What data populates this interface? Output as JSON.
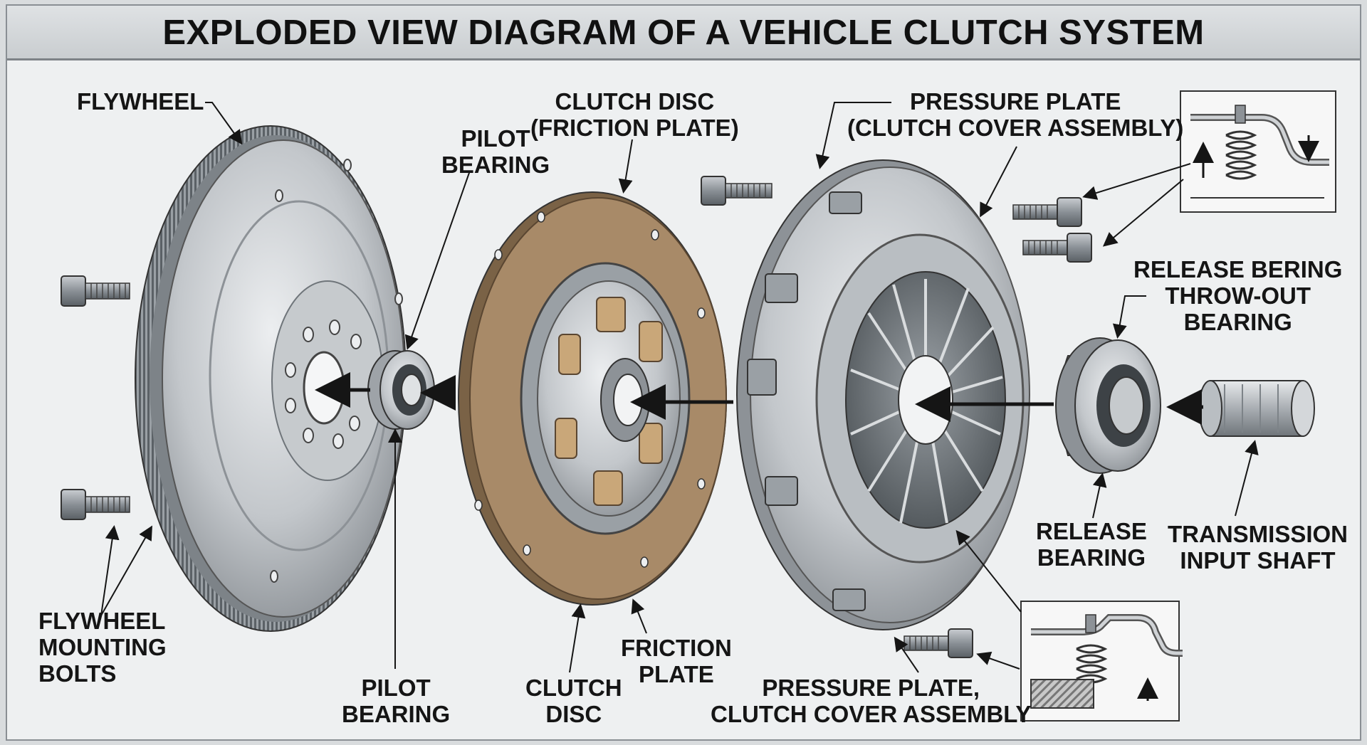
{
  "title": "EXPLODED VIEW DIAGRAM OF A VEHICLE CLUTCH SYSTEM",
  "labels": {
    "flywheel": "FLYWHEEL",
    "pilot_bearing_top": "PILOT\nBEARING",
    "clutch_disc_top": "CLUTCH DISC\n(FRICTION PLATE)",
    "pressure_plate_top": "PRESSURE PLATE\n(CLUTCH COVER ASSEMBLY)",
    "release_bering": "RELEASE BERING\nTHROW-OUT\nBEARING",
    "release_bearing": "RELEASE\nBEARING",
    "transmission_input_shaft": "TRANSMISSION\nINPUT SHAFT",
    "flywheel_mounting_bolts": "FLYWHEEL\nMOUNTING\nBOLTS",
    "pilot_bearing_bottom": "PILOT\nBEARING",
    "clutch_disc_bottom": "CLUTCH\nDISC",
    "friction_plate": "FRICTION\nPLATE",
    "pressure_plate_bottom": "PRESSURE PLATE,\nCLUTCH COVER ASSEMBLY"
  },
  "colors": {
    "metal_light": "#d4d7da",
    "metal_mid": "#a9aeb3",
    "metal_dark": "#6f757a",
    "friction": "#a88a68",
    "spring": "#c9a779",
    "ink": "#151515"
  }
}
